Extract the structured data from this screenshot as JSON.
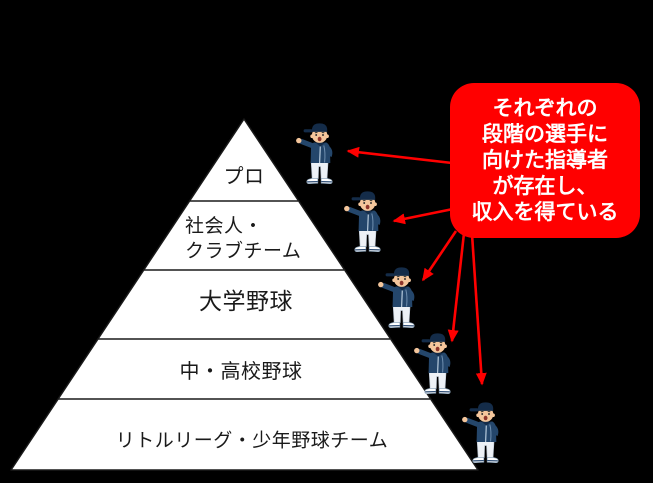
{
  "canvas": {
    "background": "#000000"
  },
  "pyramid": {
    "fill": "#ffffff",
    "text_color": "#1a1a1a",
    "levels": [
      {
        "label": "プロ"
      },
      {
        "label": "社会人・\nクラブチーム"
      },
      {
        "label": "大学野球"
      },
      {
        "label": "中・高校野球"
      },
      {
        "label": "リトルリーグ・少年野球チーム"
      }
    ]
  },
  "callout": {
    "background": "#ff0000",
    "text_color": "#ffffff",
    "lines": [
      "それぞれの",
      "段階の選手に",
      "向けた指導者",
      "が存在し、",
      "収入を得ている"
    ]
  },
  "figures": {
    "icon": "pointing-baseball-coach-icon",
    "count": 5
  },
  "colors": {
    "arrow": "#ff0000",
    "figure_jacket": "#24466b",
    "figure_cap": "#142c49",
    "figure_skin": "#f4c69c",
    "figure_pants": "#edf1f6"
  }
}
